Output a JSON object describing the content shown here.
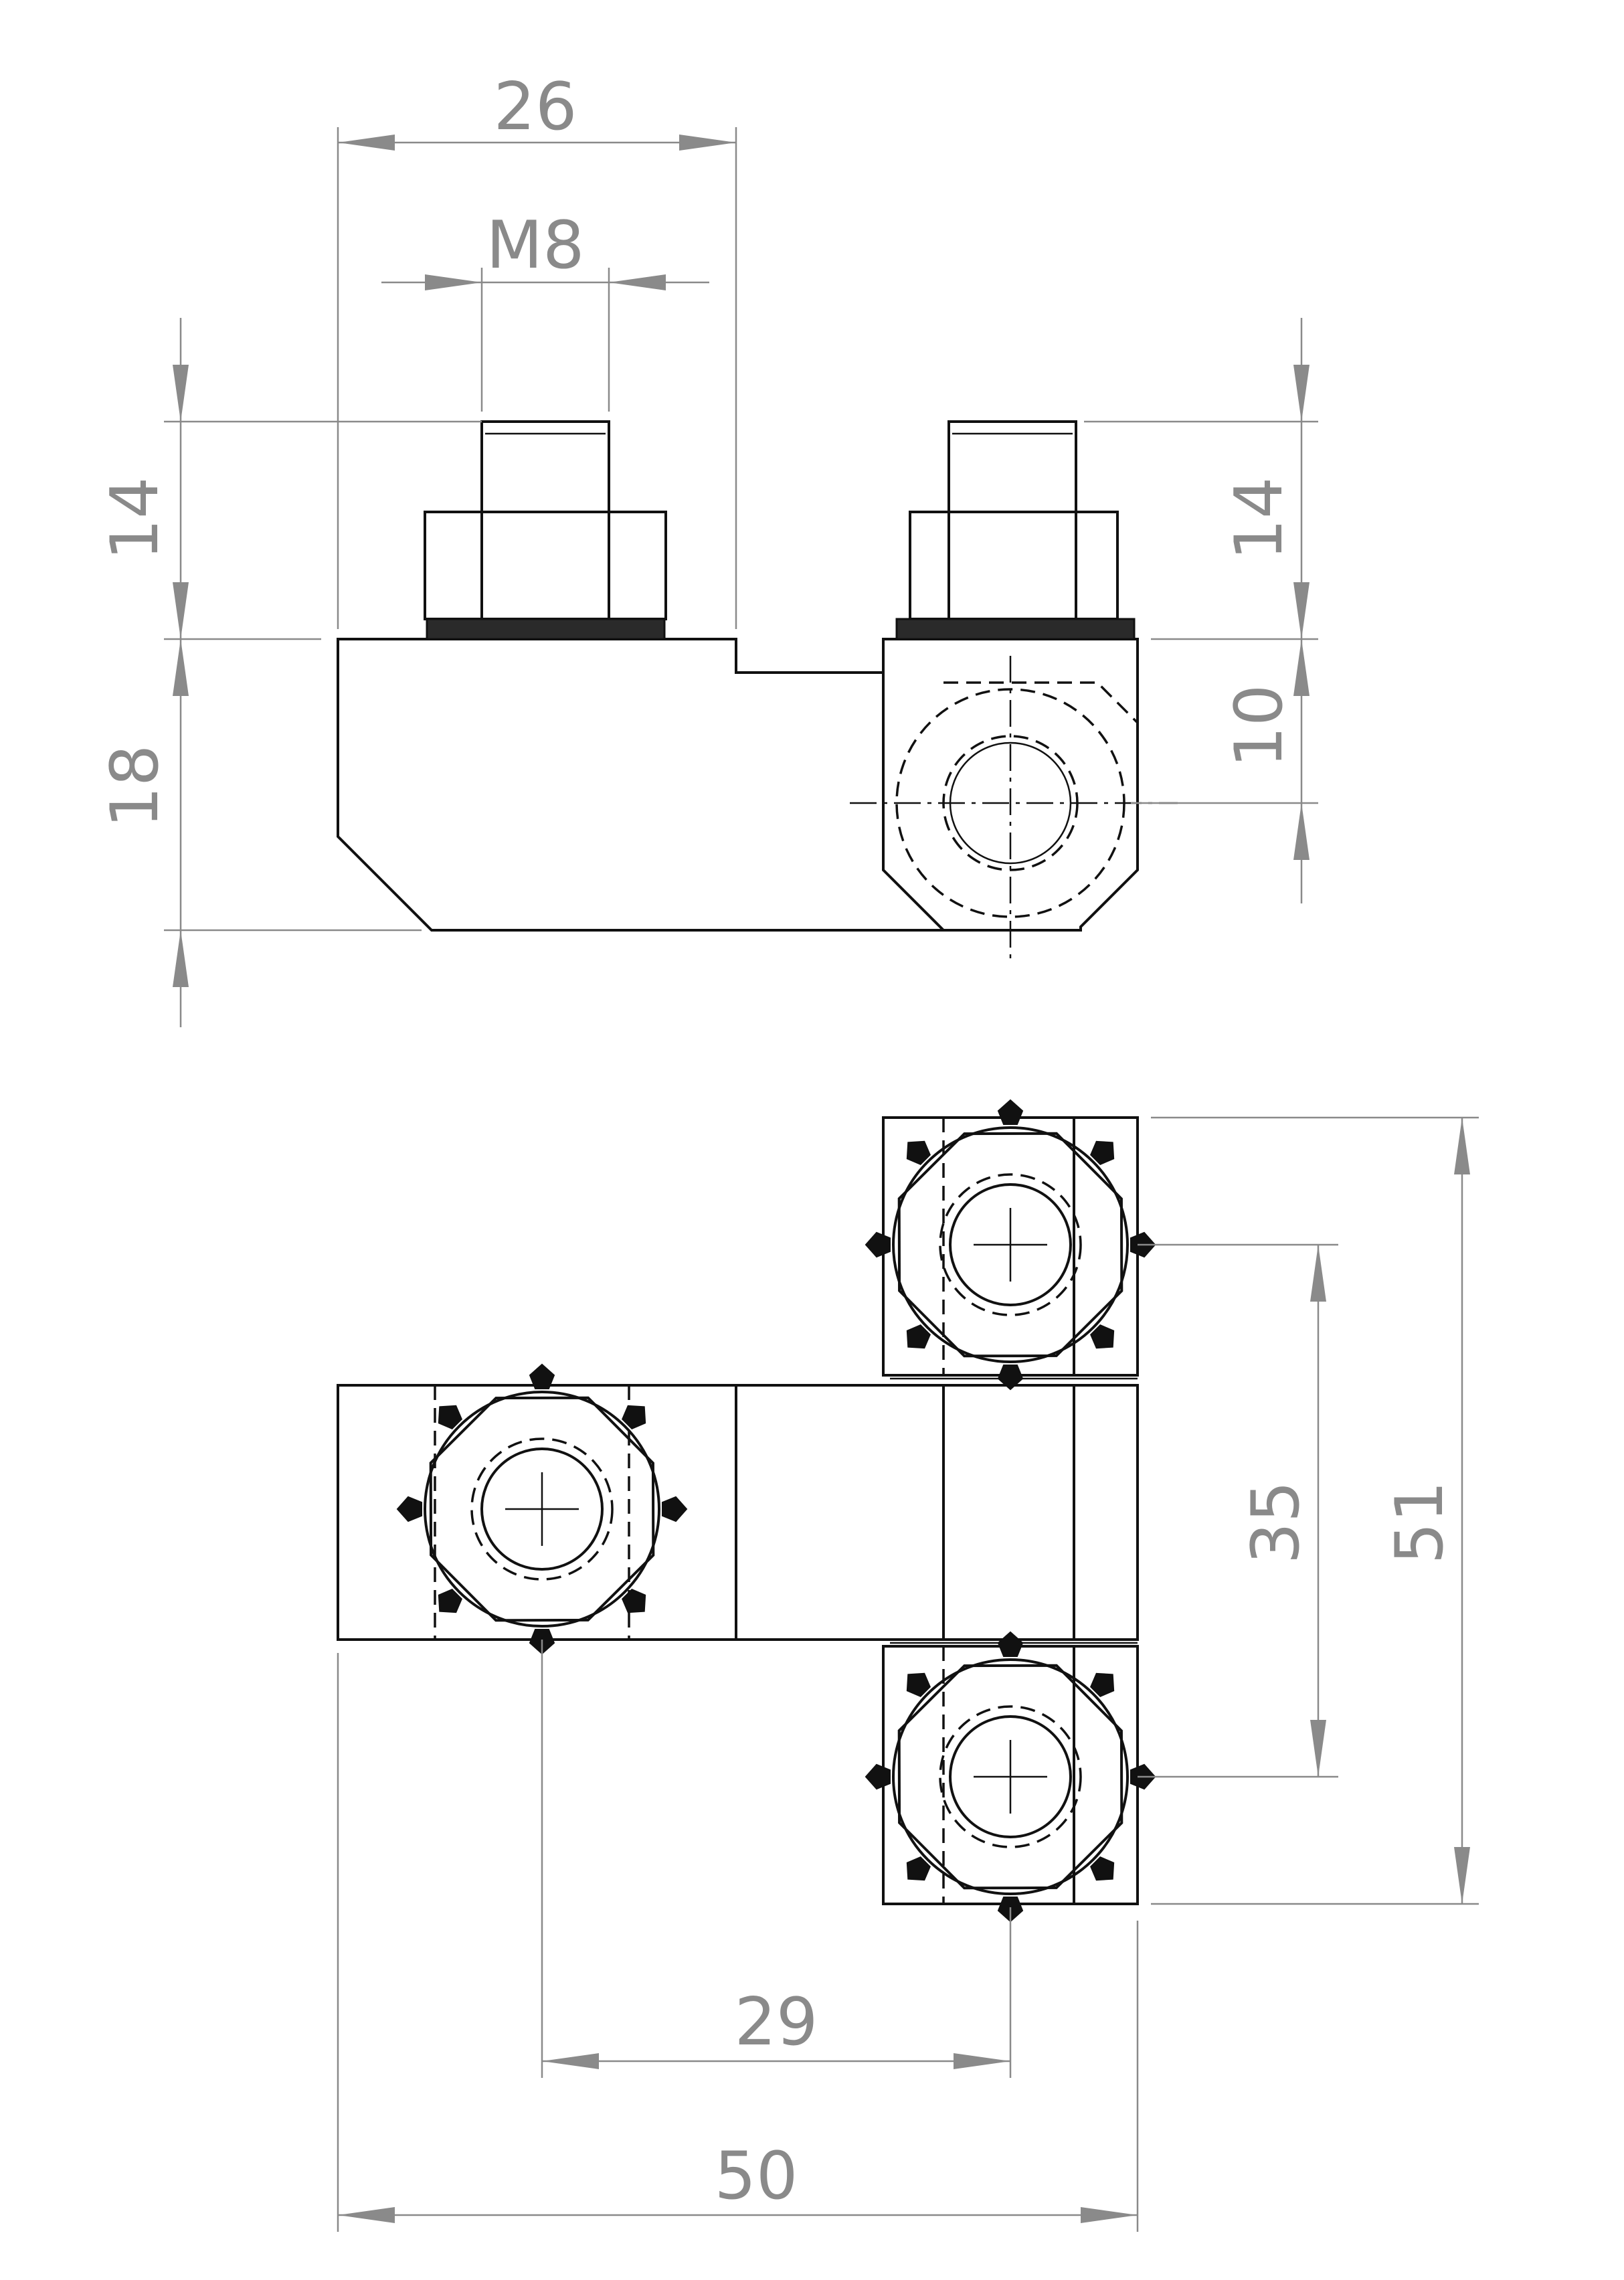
{
  "drawing": {
    "dimensions": {
      "top_width": "26",
      "thread": "M8",
      "left_stud_height": "14",
      "left_body_height": "18",
      "right_stud_height": "14",
      "right_hole_offset": "10",
      "vertical_pitch": "35",
      "overall_height": "51",
      "horizontal_pitch": "29",
      "overall_width": "50"
    }
  }
}
